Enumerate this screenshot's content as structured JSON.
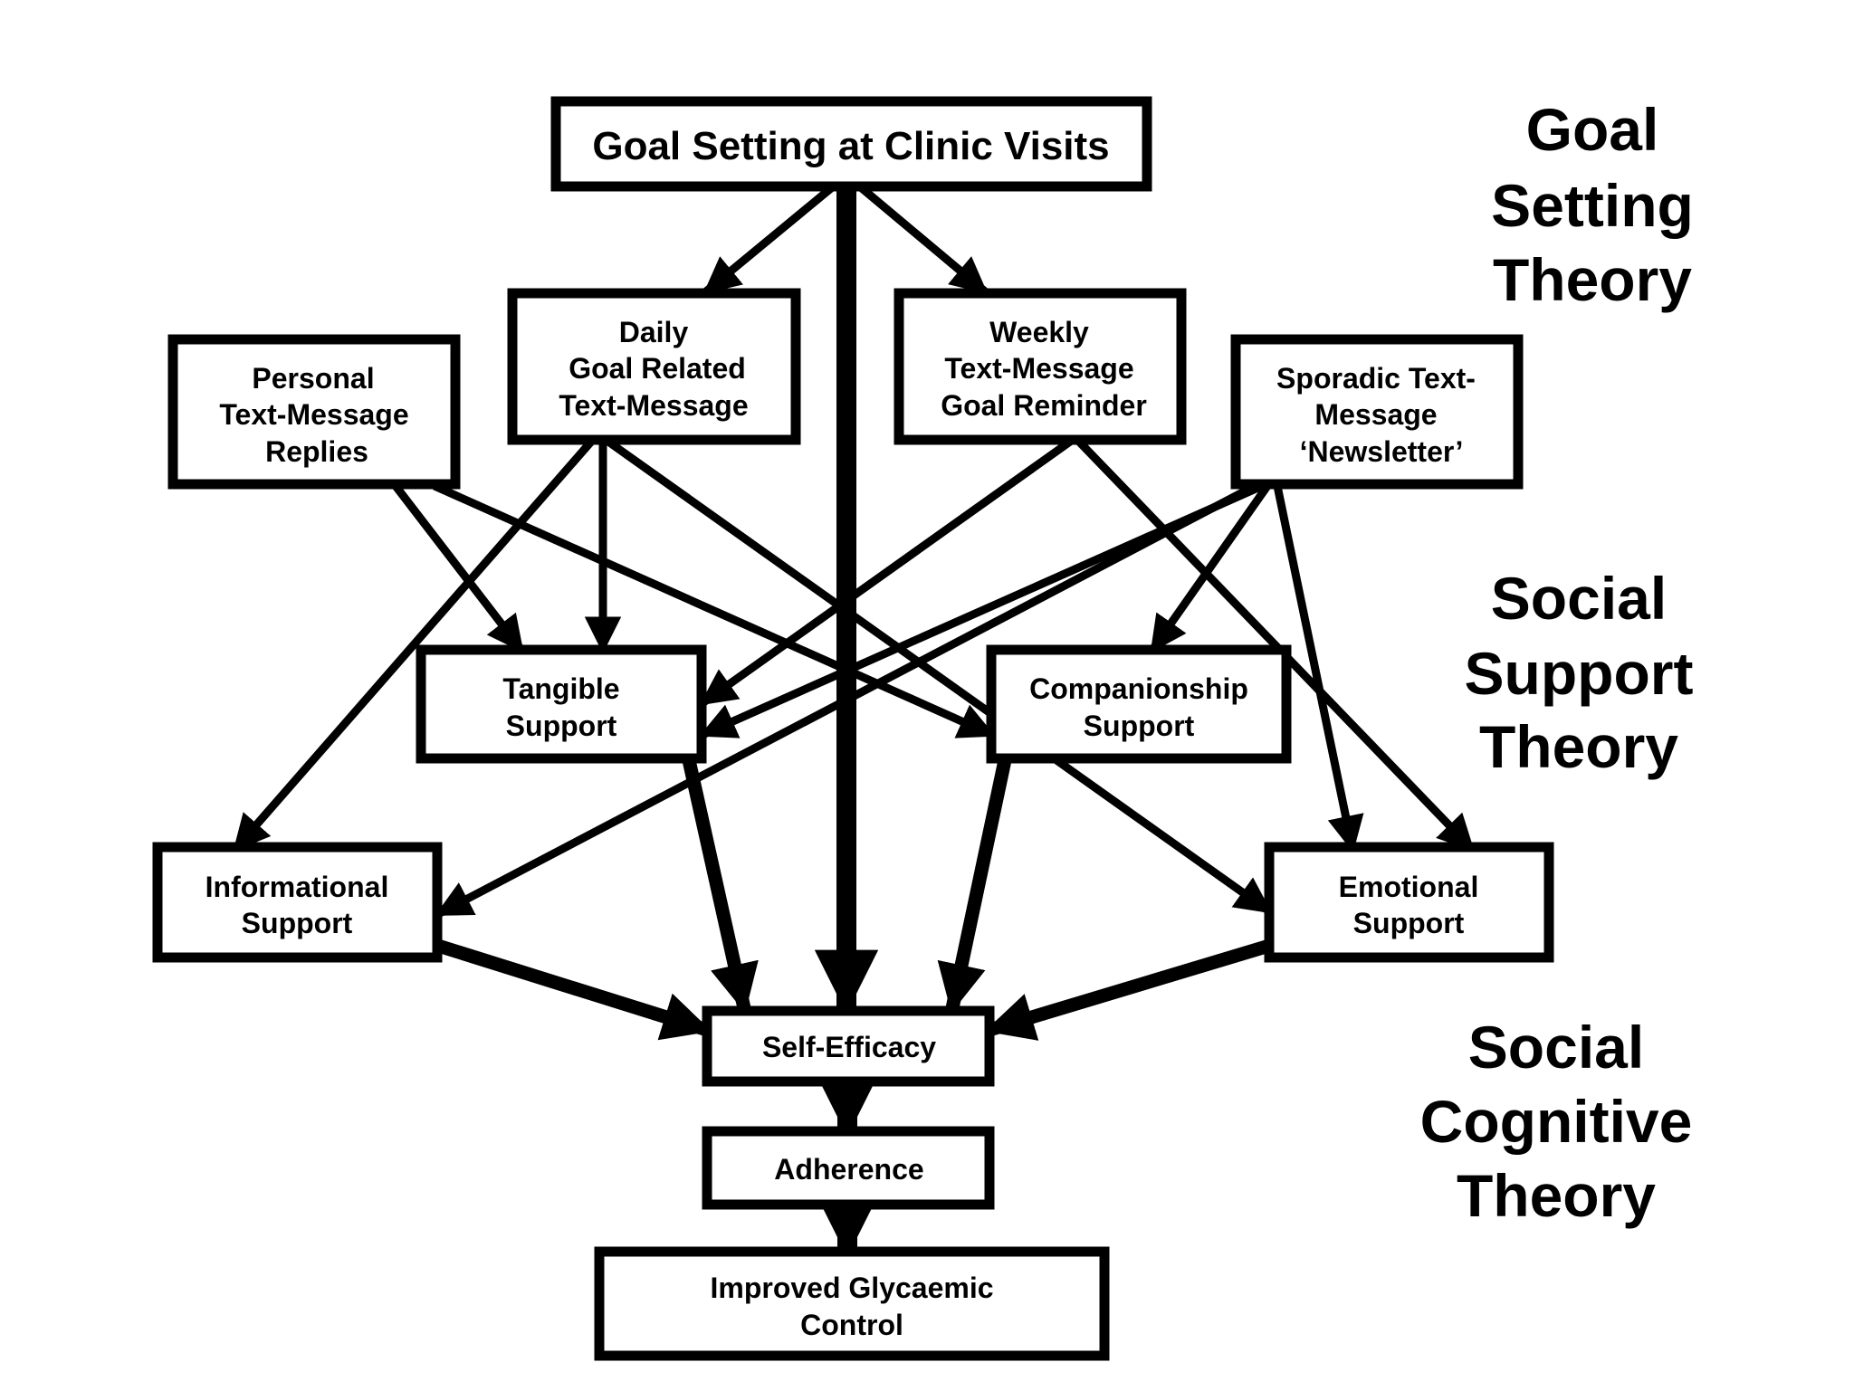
{
  "diagram": {
    "colors": {
      "ink": "#000000",
      "background": "#ffffff"
    },
    "nodes": [
      {
        "id": "goal_setting",
        "lines": [
          "Goal Setting at Clinic Visits"
        ]
      },
      {
        "id": "daily",
        "lines": [
          "Daily",
          "Goal Related",
          "Text-Message"
        ]
      },
      {
        "id": "weekly",
        "lines": [
          "Weekly",
          "Text-Message",
          "Goal Reminder"
        ]
      },
      {
        "id": "personal",
        "lines": [
          "Personal",
          "Text-Message",
          "Replies"
        ]
      },
      {
        "id": "sporadic",
        "lines": [
          "Sporadic Text-",
          "Message",
          "‘Newsletter’"
        ]
      },
      {
        "id": "tangible",
        "lines": [
          "Tangible",
          "Support"
        ]
      },
      {
        "id": "companionship",
        "lines": [
          "Companionship",
          "Support"
        ]
      },
      {
        "id": "informational",
        "lines": [
          "Informational",
          "Support"
        ]
      },
      {
        "id": "emotional",
        "lines": [
          "Emotional",
          "Support"
        ]
      },
      {
        "id": "self_efficacy",
        "lines": [
          "Self-Efficacy"
        ]
      },
      {
        "id": "adherence",
        "lines": [
          "Adherence"
        ]
      },
      {
        "id": "glycaemic",
        "lines": [
          "Improved Glycaemic",
          "Control"
        ]
      }
    ],
    "theories": [
      {
        "id": "goal_setting_theory",
        "lines": [
          "Goal",
          "Setting",
          "Theory"
        ]
      },
      {
        "id": "social_support_theory",
        "lines": [
          "Social",
          "Support",
          "Theory"
        ]
      },
      {
        "id": "social_cognitive_theory",
        "lines": [
          "Social",
          "Cognitive",
          "Theory"
        ]
      }
    ],
    "edges": [
      {
        "from": "goal_setting",
        "to": "daily",
        "weight": "thin"
      },
      {
        "from": "goal_setting",
        "to": "weekly",
        "weight": "thin"
      },
      {
        "from": "goal_setting",
        "to": "self_efficacy",
        "weight": "thick"
      },
      {
        "from": "personal",
        "to": "tangible",
        "weight": "thin"
      },
      {
        "from": "personal",
        "to": "companionship",
        "weight": "thin"
      },
      {
        "from": "daily",
        "to": "informational",
        "weight": "thin"
      },
      {
        "from": "daily",
        "to": "tangible",
        "weight": "thin"
      },
      {
        "from": "daily",
        "to": "emotional",
        "weight": "thin"
      },
      {
        "from": "weekly",
        "to": "tangible",
        "weight": "thin"
      },
      {
        "from": "weekly",
        "to": "emotional",
        "weight": "thin"
      },
      {
        "from": "sporadic",
        "to": "tangible",
        "weight": "thin"
      },
      {
        "from": "sporadic",
        "to": "informational",
        "weight": "thin"
      },
      {
        "from": "sporadic",
        "to": "companionship",
        "weight": "thin"
      },
      {
        "from": "sporadic",
        "to": "emotional",
        "weight": "thin"
      },
      {
        "from": "tangible",
        "to": "self_efficacy",
        "weight": "medium"
      },
      {
        "from": "companionship",
        "to": "self_efficacy",
        "weight": "medium"
      },
      {
        "from": "informational",
        "to": "self_efficacy",
        "weight": "medium"
      },
      {
        "from": "emotional",
        "to": "self_efficacy",
        "weight": "medium"
      },
      {
        "from": "self_efficacy",
        "to": "adherence",
        "weight": "thick"
      },
      {
        "from": "adherence",
        "to": "glycaemic",
        "weight": "thick"
      }
    ]
  }
}
